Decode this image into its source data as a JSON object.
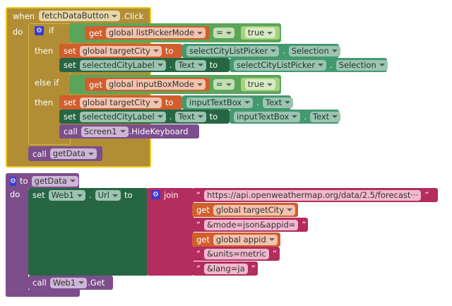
{
  "event": {
    "when": "when",
    "component": "fetchDataButton",
    "event": ".Click",
    "do": "do"
  },
  "if_block": {
    "if": "if",
    "then": "then",
    "else_if": "else if",
    "then2": "then"
  },
  "cond1": {
    "get": "get",
    "var": "global listPickerMode",
    "op": "=",
    "value": "true"
  },
  "then1": [
    {
      "set": "set",
      "var": "global targetCity",
      "to": "to",
      "component": "selectCityListPicker",
      "prop": "Selection"
    },
    {
      "set": "set",
      "component": "selectedCityLabel",
      "prop": "Text",
      "to": "to",
      "src_component": "selectCityListPicker",
      "src_prop": "Selection"
    }
  ],
  "cond2": {
    "get": "get",
    "var": "global inputBoxMode",
    "op": "=",
    "value": "true"
  },
  "then2": [
    {
      "set": "set",
      "var": "global targetCity",
      "to": "to",
      "component": "inputTextBox",
      "prop": "Text"
    },
    {
      "set": "set",
      "component": "selectedCityLabel",
      "prop": "Text",
      "to": "to",
      "src_component": "inputTextBox",
      "src_prop": "Text"
    },
    {
      "call": "call",
      "component": "Screen1",
      "method": ".HideKeyboard"
    }
  ],
  "call_getdata": {
    "call": "call",
    "name": "getData"
  },
  "proc": {
    "to": "to",
    "name": "getData",
    "do": "do",
    "set": "set",
    "component": "Web1",
    "prop": "Url",
    "to2": "to",
    "join": "join",
    "items": [
      "https://api.openweathermap.org/data/2.5/forecast···",
      "global targetCity",
      "&mode=json&appid=",
      "global appid",
      "&units=metric",
      "&lang=ja"
    ],
    "get": "get",
    "call": "call",
    "call_component": "Web1",
    "call_method": ".Get",
    "dot": "."
  }
}
